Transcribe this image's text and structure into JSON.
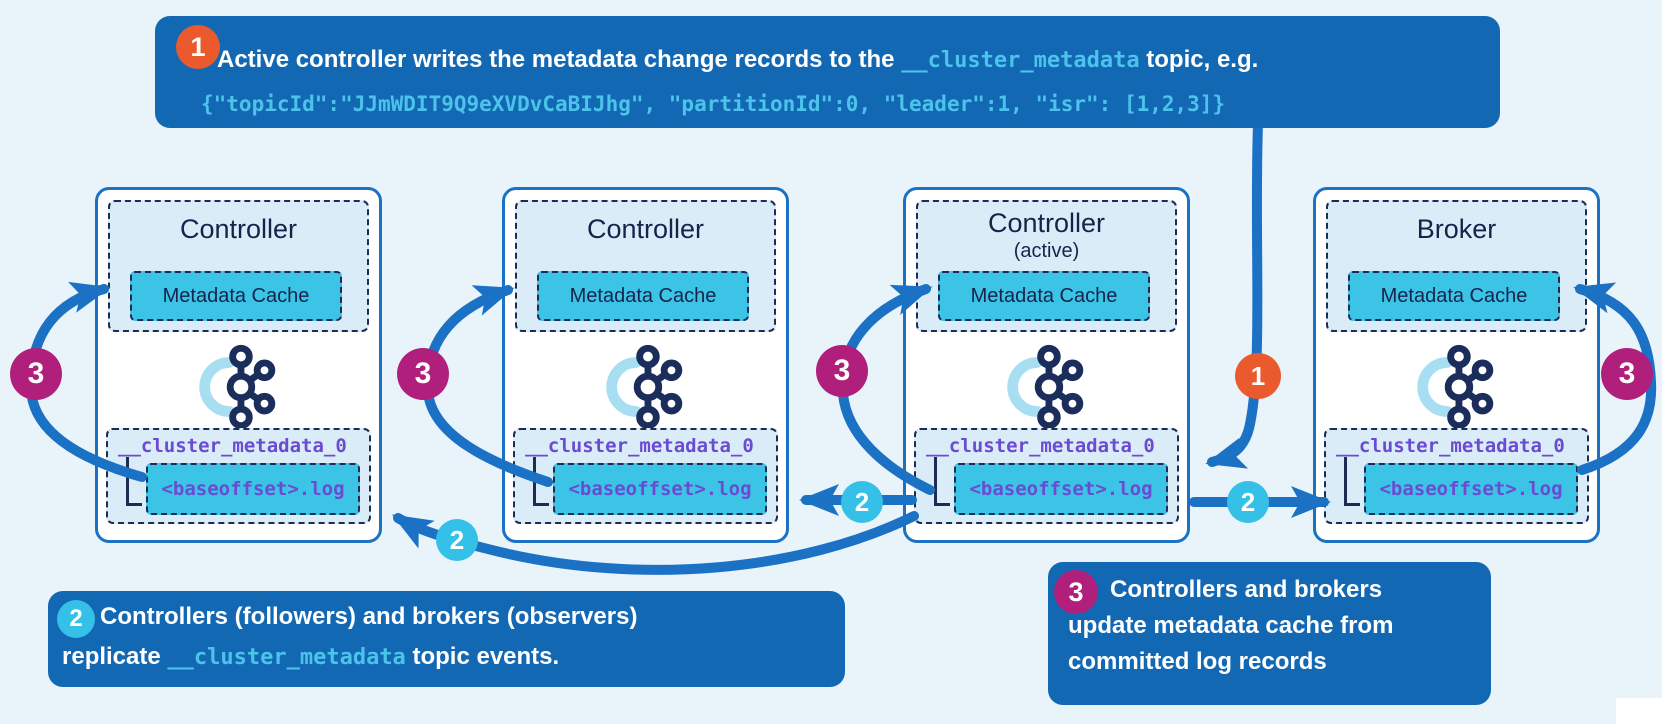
{
  "banner": {
    "badge": "1",
    "text_before": "Active controller writes the metadata change records to the ",
    "code": "__cluster_metadata",
    "text_after": " topic, e.g.",
    "code_line": "{\"topicId\":\"JJmWDIT9Q9eXVDvCaBIJhg\", \"partitionId\":0, \"leader\":1, \"isr\": [1,2,3]}"
  },
  "nodes": [
    {
      "title": "Controller",
      "subtitle": "",
      "cache": "Metadata Cache",
      "topic": "__cluster_metadata_0",
      "log": "<baseoffset>.log"
    },
    {
      "title": "Controller",
      "subtitle": "",
      "cache": "Metadata Cache",
      "topic": "__cluster_metadata_0",
      "log": "<baseoffset>.log"
    },
    {
      "title": "Controller",
      "subtitle": "(active)",
      "cache": "Metadata Cache",
      "topic": "__cluster_metadata_0",
      "log": "<baseoffset>.log"
    },
    {
      "title": "Broker",
      "subtitle": "",
      "cache": "Metadata Cache",
      "topic": "__cluster_metadata_0",
      "log": "<baseoffset>.log"
    }
  ],
  "callout_2": {
    "badge": "2",
    "line1": "Controllers (followers) and brokers (observers)",
    "line2_before": "replicate ",
    "code": "__cluster_metadata",
    "line2_after": " topic events."
  },
  "callout_3": {
    "badge": "3",
    "line1": "Controllers and brokers",
    "line2": "update metadata cache from",
    "line3": "committed log records"
  },
  "flow_badges": {
    "one": "1",
    "two": "2",
    "three": "3"
  },
  "colors": {
    "background": "#e8f3fa",
    "banner_blue": "#1368b4",
    "arrow_blue": "#1b72c4",
    "cyan": "#3bc4e6",
    "orange": "#ea5a2d",
    "magenta": "#b01f7c",
    "navy": "#16244c",
    "purple": "#6a4bd1",
    "code_cyan": "#4cc3ea",
    "panel": "#d9ecf7"
  }
}
